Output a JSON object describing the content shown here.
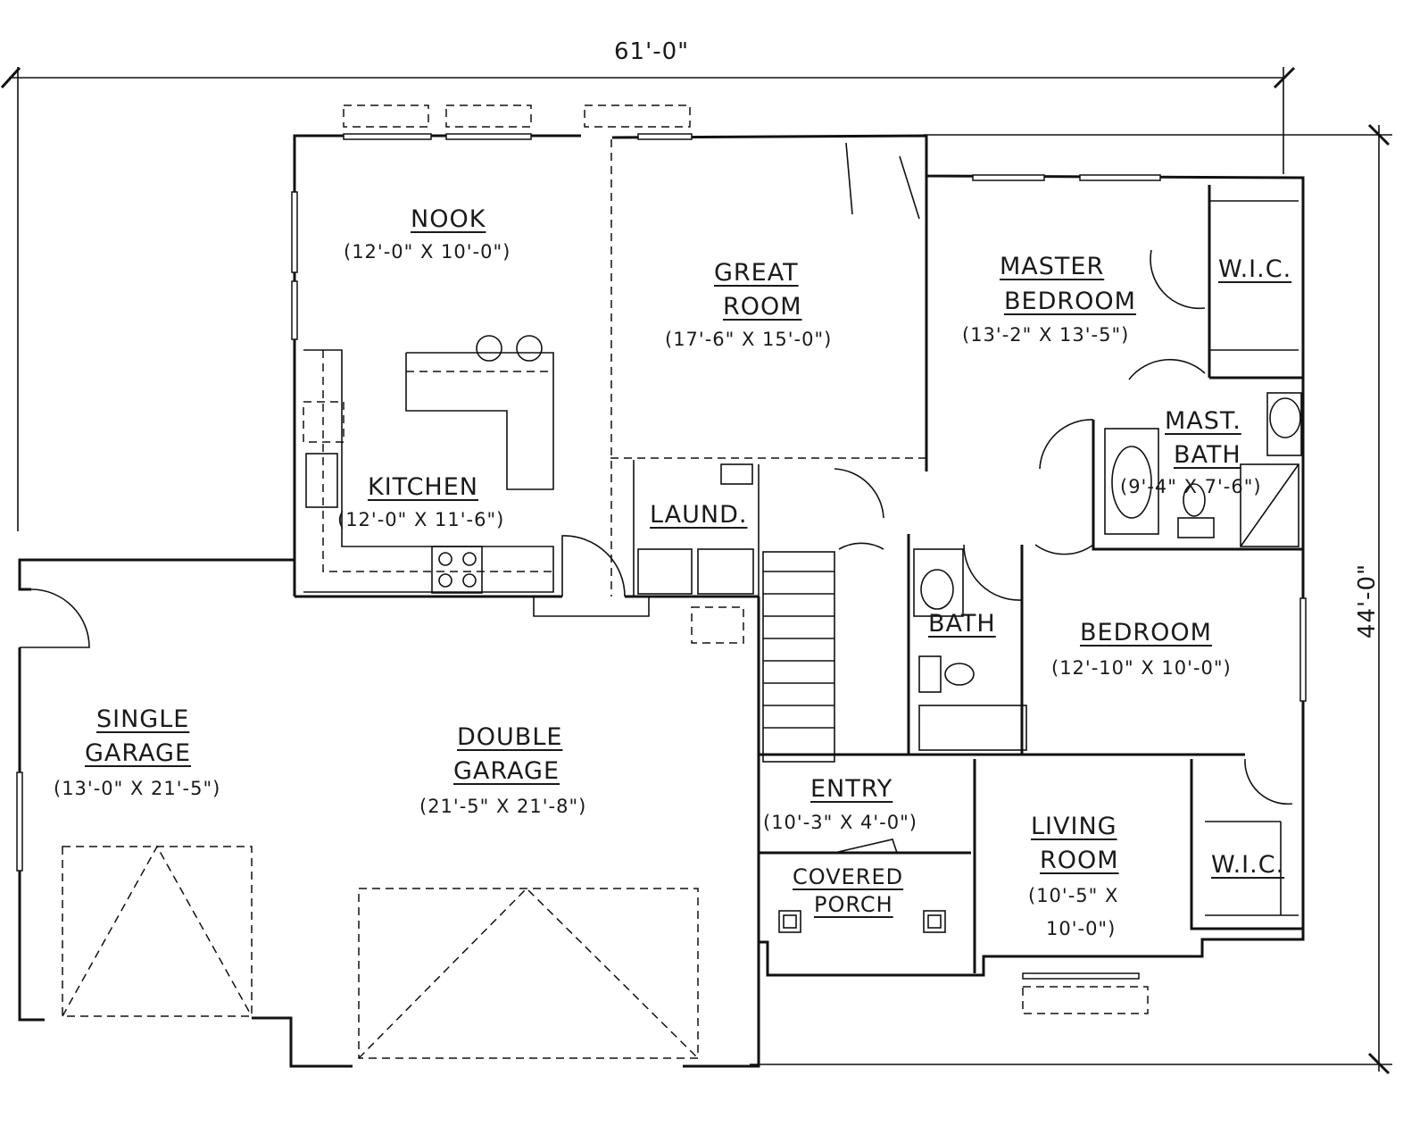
{
  "dimensions": {
    "overall_width": "61'-0\"",
    "overall_depth": "44'-0\""
  },
  "rooms": {
    "nook": {
      "name": "NOOK",
      "size": "(12'-0\" X 10'-0\")"
    },
    "great_room": {
      "name_line1": "GREAT",
      "name_line2": "ROOM",
      "size": "(17'-6\" X 15'-0\")"
    },
    "master_bedroom": {
      "name_line1": "MASTER",
      "name_line2": "BEDROOM",
      "size": "(13'-2\" X 13'-5\")"
    },
    "wic_master": {
      "name": "W.I.C."
    },
    "mast_bath": {
      "name_line1": "MAST.",
      "name_line2": "BATH",
      "size": "(9'-4\" X 7'-6\")"
    },
    "kitchen": {
      "name": "KITCHEN",
      "size": "(12'-0\" X 11'-6\")"
    },
    "laundry": {
      "name": "LAUND."
    },
    "bath": {
      "name": "BATH"
    },
    "bedroom": {
      "name": "BEDROOM",
      "size": "(12'-10\" X 10'-0\")"
    },
    "single_garage": {
      "name_line1": "SINGLE",
      "name_line2": "GARAGE",
      "size": "(13'-0\" X 21'-5\")"
    },
    "double_garage": {
      "name_line1": "DOUBLE",
      "name_line2": "GARAGE",
      "size": "(21'-5\" X 21'-8\")"
    },
    "entry": {
      "name": "ENTRY",
      "size": "(10'-3\" X 4'-0\")"
    },
    "covered_porch": {
      "name_line1": "COVERED",
      "name_line2": "PORCH"
    },
    "living_room": {
      "name_line1": "LIVING",
      "name_line2": "ROOM",
      "size_line1": "(10'-5\" X",
      "size_line2": "10'-0\")"
    },
    "wic_living": {
      "name": "W.I.C."
    }
  }
}
